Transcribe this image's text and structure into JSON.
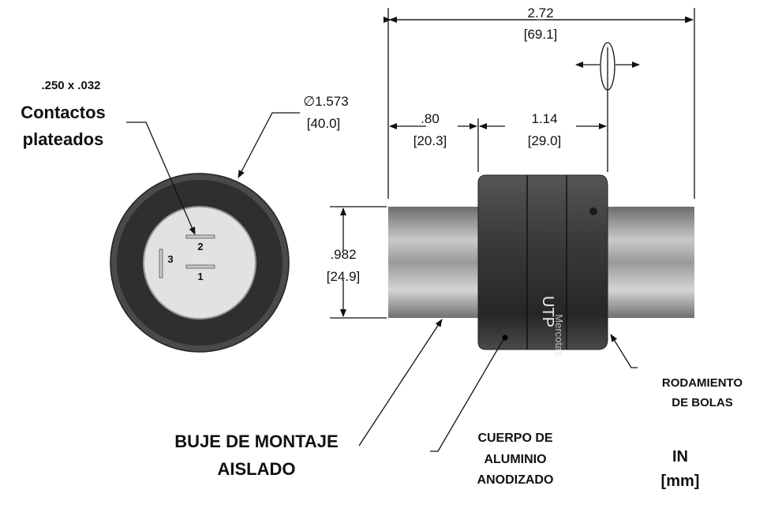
{
  "drawing": {
    "contact_size": ".250 x .032",
    "contacts_label": [
      "Contactos",
      "plateados"
    ],
    "diameter": {
      "symbol": "∅",
      "in": "1.573",
      "mm": "[40.0]"
    },
    "pins": [
      "1",
      "2",
      "3"
    ],
    "overall_length": {
      "in": "2.72",
      "mm": "[69.1]"
    },
    "shaft_length": {
      "in": ".80",
      "mm": "[20.3]"
    },
    "body_length": {
      "in": "1.14",
      "mm": "[29.0]"
    },
    "shaft_diameter": {
      "in": ".982",
      "mm": "[24.9]"
    },
    "logo_text": "UTP Mercotac",
    "labels": {
      "bushing": [
        "BUJE DE MONTAJE",
        "AISLADO"
      ],
      "body": [
        "CUERPO DE",
        "ALUMINIO",
        "ANODIZADO"
      ],
      "bearing": [
        "RODAMIENTO",
        "DE BOLAS"
      ],
      "units": [
        "IN",
        "[mm]"
      ]
    }
  }
}
